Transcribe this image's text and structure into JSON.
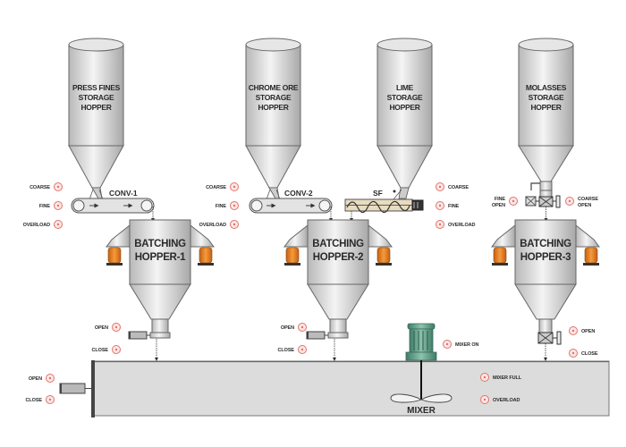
{
  "diagram": {
    "type": "process-flow",
    "title": "Batching and Mixing System",
    "colors": {
      "hopper_fill": "#d9d9d9",
      "hopper_stroke": "#555555",
      "indicator": "#e0736b",
      "indicator_fill": "#fbe7e5",
      "load_cell": "#e07a1e",
      "motor": "#5e9c86",
      "screw_feeder": "#e8dcc0",
      "trough_fill": "#dcdcdc"
    },
    "storage_hoppers": [
      {
        "id": "sh1",
        "lines": [
          "PRESS FINES",
          "STORAGE",
          "HOPPER"
        ]
      },
      {
        "id": "sh2",
        "lines": [
          "CHROME ORE",
          "STORAGE",
          "HOPPER"
        ]
      },
      {
        "id": "sh3",
        "lines": [
          "LIME",
          "STORAGE",
          "HOPPER"
        ]
      },
      {
        "id": "sh4",
        "lines": [
          "MOLASSES",
          "STORAGE",
          "HOPPER"
        ]
      }
    ],
    "feeders": [
      {
        "id": "conv1",
        "label": "CONV-1",
        "kind": "belt-conveyor"
      },
      {
        "id": "conv2",
        "label": "CONV-2",
        "kind": "belt-conveyor"
      },
      {
        "id": "sf",
        "label": "SF",
        "kind": "screw-feeder"
      }
    ],
    "batching_hoppers": [
      {
        "id": "bh1",
        "lines": [
          "BATCHING",
          "HOPPER-1"
        ]
      },
      {
        "id": "bh2",
        "lines": [
          "BATCHING",
          "HOPPER-2"
        ]
      },
      {
        "id": "bh3",
        "lines": [
          "BATCHING",
          "HOPPER-3"
        ]
      }
    ],
    "indicators": {
      "conv1": [
        "COARSE",
        "FINE",
        "OVERLOAD"
      ],
      "conv2": [
        "COARSE",
        "FINE",
        "OVERLOAD"
      ],
      "sf": [
        "COARSE",
        "FINE",
        "OVERLOAD"
      ],
      "molasses_valve": {
        "fine": [
          "FINE",
          "OPEN"
        ],
        "coarse": [
          "COARSE",
          "OPEN"
        ]
      },
      "bh1_gate": [
        "OPEN",
        "CLOSE"
      ],
      "bh2_gate": [
        "OPEN",
        "CLOSE"
      ],
      "bh3_gate": [
        "OPEN",
        "CLOSE"
      ],
      "mixer_gate": [
        "OPEN",
        "CLOSE"
      ],
      "mixer_on": "MIXER ON",
      "mixer_status": [
        "MIXER FULL",
        "OVERLOAD"
      ]
    },
    "mixer": {
      "label": "MIXER"
    }
  }
}
